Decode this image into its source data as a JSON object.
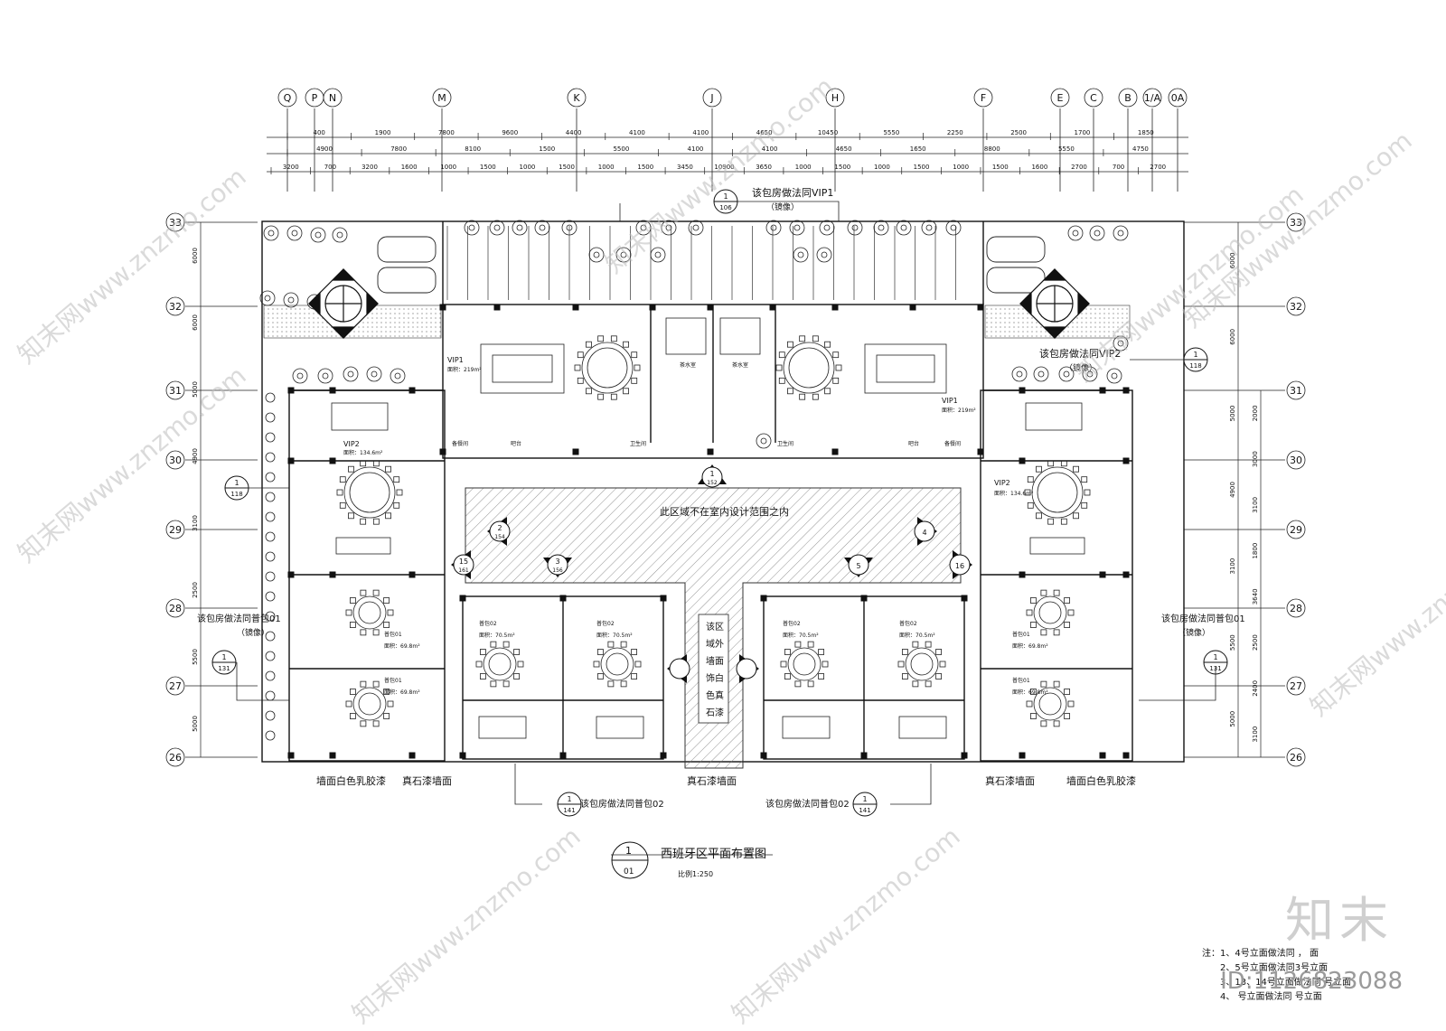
{
  "grid_columns": [
    "Q",
    "P",
    "N",
    "M",
    "K",
    "J",
    "H",
    "F",
    "E",
    "C",
    "B",
    "1/A",
    "0A"
  ],
  "grid_rows": [
    "33",
    "32",
    "31",
    "30",
    "29",
    "28",
    "27",
    "26"
  ],
  "dims": {
    "row1": [
      "400",
      "1900",
      "7800",
      "9600",
      "4400",
      "4100",
      "4100",
      "4650",
      "10450",
      "5550",
      "2250",
      "2500",
      "1700",
      "1850"
    ],
    "row2": [
      "4900",
      "7800",
      "8100",
      "1500",
      "5500",
      "4100",
      "4100",
      "4650",
      "1650",
      "8800",
      "5550",
      "4750"
    ],
    "row3": [
      "3200",
      "700",
      "3200",
      "1600",
      "1000",
      "1500",
      "1000",
      "1500",
      "1000",
      "1500",
      "3450",
      "10900",
      "3650",
      "1000",
      "1500",
      "1000",
      "1500",
      "1000",
      "1500",
      "1600",
      "2700",
      "700",
      "2700"
    ],
    "left_vertical": [
      "6000",
      "6000",
      "5000",
      "4900",
      "3100",
      "2500",
      "5500",
      "5000"
    ],
    "right_vertical_outer": [
      "6000",
      "6000",
      "5000",
      "4900",
      "3100",
      "5500",
      "5000"
    ],
    "right_vertical_inner": [
      "2000",
      "3000",
      "3100",
      "1800",
      "3640",
      "2500",
      "2400",
      "3100"
    ]
  },
  "callouts": {
    "vip1_note": "该包房做法同VIP1",
    "vip1_note_sub": "（镜像）",
    "vip2_note": "该包房做法同VIP2",
    "vip2_note_sub": "（镜像）",
    "pb01_note": "该包房做法同普包01",
    "pb01_note_sub": "（镜像）",
    "pb02_note": "该包房做法同普包02",
    "sheet_106": "106",
    "sheet_118": "118",
    "sheet_131": "131",
    "sheet_141": "141",
    "sheet_152": "152",
    "sheet_154": "154",
    "sheet_156": "156",
    "sheet_161": "161",
    "one": "1"
  },
  "rooms": {
    "vip1_left": "VIP1",
    "vip1_area": "面积：219m²",
    "vip2": "VIP2",
    "vip2_area": "面积：134.6m²",
    "pb01": "普包01",
    "pb01_area": "面积：69.8m²",
    "pb02": "普包02",
    "pb02_area": "面积：70.5m²",
    "service": "备餐间",
    "toilet": "卫生间",
    "bar": "吧台",
    "tea": "茶水室"
  },
  "zones": {
    "not_in_scope": "此区域不在室内设计范围之内",
    "vertical_text": [
      "该区",
      "域外",
      "墙面",
      "饰白",
      "色真",
      "石漆"
    ]
  },
  "finish_labels": {
    "wall_white": "墙面白色乳胶漆",
    "stone_paint_wall": "真石漆墙面",
    "stone_paint_wall_center": "真石漆墙面"
  },
  "title": {
    "number": "1",
    "sheet": "01",
    "text": "西班牙区平面布置图",
    "scale": "比例1:250"
  },
  "notes": [
    "注：1、4号立面做法同   ，   面",
    "2、5号立面做法同3号立面",
    "3、13、14号立面做法同   号立面",
    "4、   号立面做法同   号立面"
  ],
  "watermark_text": "知末网www.znzmo.com",
  "brand": {
    "logo": "知末",
    "id": "ID:1126823088"
  }
}
